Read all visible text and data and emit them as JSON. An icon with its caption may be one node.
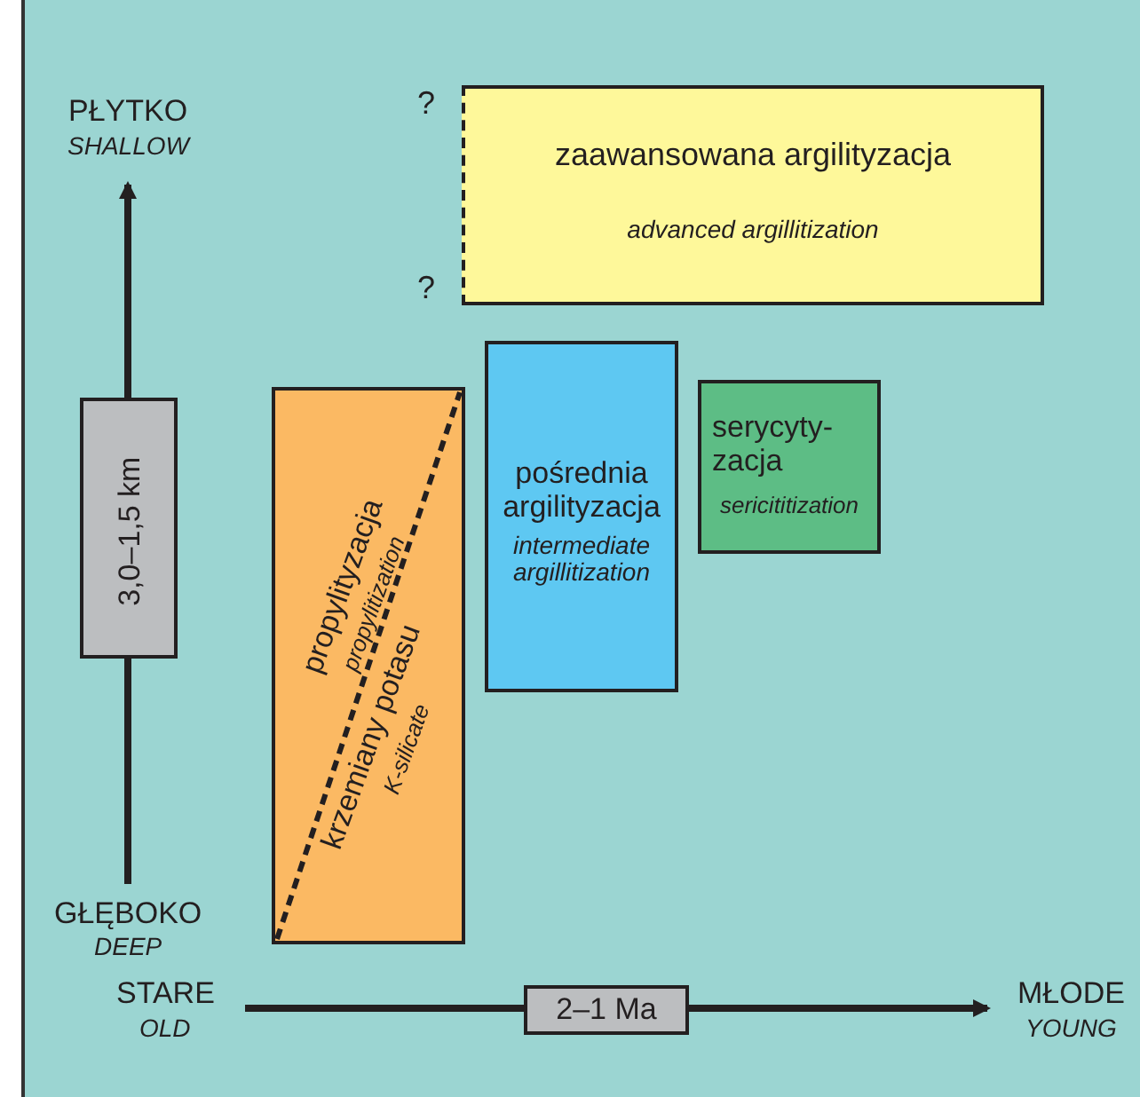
{
  "diagram": {
    "nodes": [
      {
        "text": [
          "3,0–1,5 km"
        ]
      },
      {
        "text": [
          "zaawansowana argilityzacja",
          "advanced argillitization"
        ]
      },
      {
        "text": [
          "propylityzacja",
          "propylitization",
          "krzemiany potasu",
          "K-silicate"
        ]
      },
      {
        "text": [
          "pośrednia argilityzacja",
          "intermediate argillitization"
        ]
      },
      {
        "text": [
          "serycyty- zacja",
          "sericititization"
        ]
      },
      {
        "text": [
          "2–1 Ma"
        ]
      }
    ],
    "labels": [
      "?",
      "PŁYTKO",
      "SHALLOW",
      "?",
      "GŁĘBOKO",
      "DEEP",
      "STARE",
      "OLD",
      "MŁODE",
      "YOUNG"
    ]
  }
}
